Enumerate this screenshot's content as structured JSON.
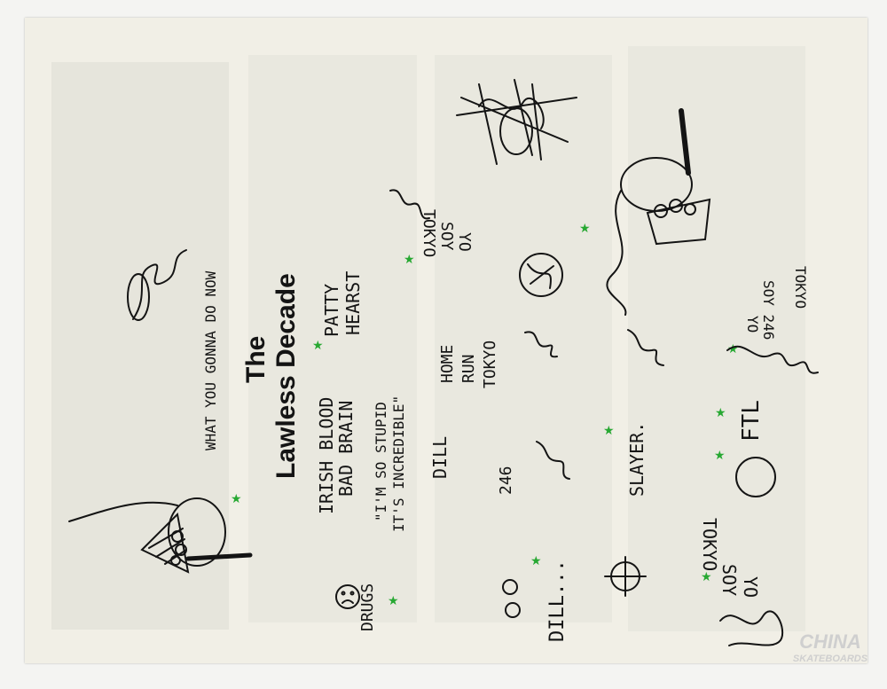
{
  "page": {
    "title": "The",
    "subtitle": "Lawless Decade"
  },
  "texts": {
    "what_you_gonna": "WHAT YOU GONNA DO NOW",
    "irish_blood": "IRISH BLOOD",
    "bad_brain": "BAD BRAIN",
    "patty": "PATTY",
    "hearst": "HEARST",
    "so_stupid_1": "\"I'M SO STUPID",
    "so_stupid_2": "IT'S INCREDIBLE\"",
    "home": "HOME",
    "run": "RUN",
    "tokyo_1": "TOKYO",
    "yo_soy_tokyo_top_1": "YO",
    "yo_soy_tokyo_top_2": "SOY",
    "yo_soy_tokyo_top_3": "TOKYO",
    "drugs": "DRUGS",
    "num_246": "246",
    "slayer": "SLAYER.",
    "yo_soy_right_1": "YO",
    "yo_soy_right_2": "SOY",
    "yo_soy_right_3": "TOKYO",
    "yo_246_1": "YO",
    "yo_246_2": "SOY 246",
    "yo_246_3": "TOKYO",
    "ftl": "FTL",
    "dill": "DILL...",
    "dill_small": "DILL"
  },
  "logo": {
    "line1": "CHINA",
    "line2": "SKATEBOARDS"
  },
  "colors": {
    "ink": "#141414",
    "star": "#27a832",
    "paper": "#f1efe6",
    "ghost": "#e6e5dc"
  }
}
